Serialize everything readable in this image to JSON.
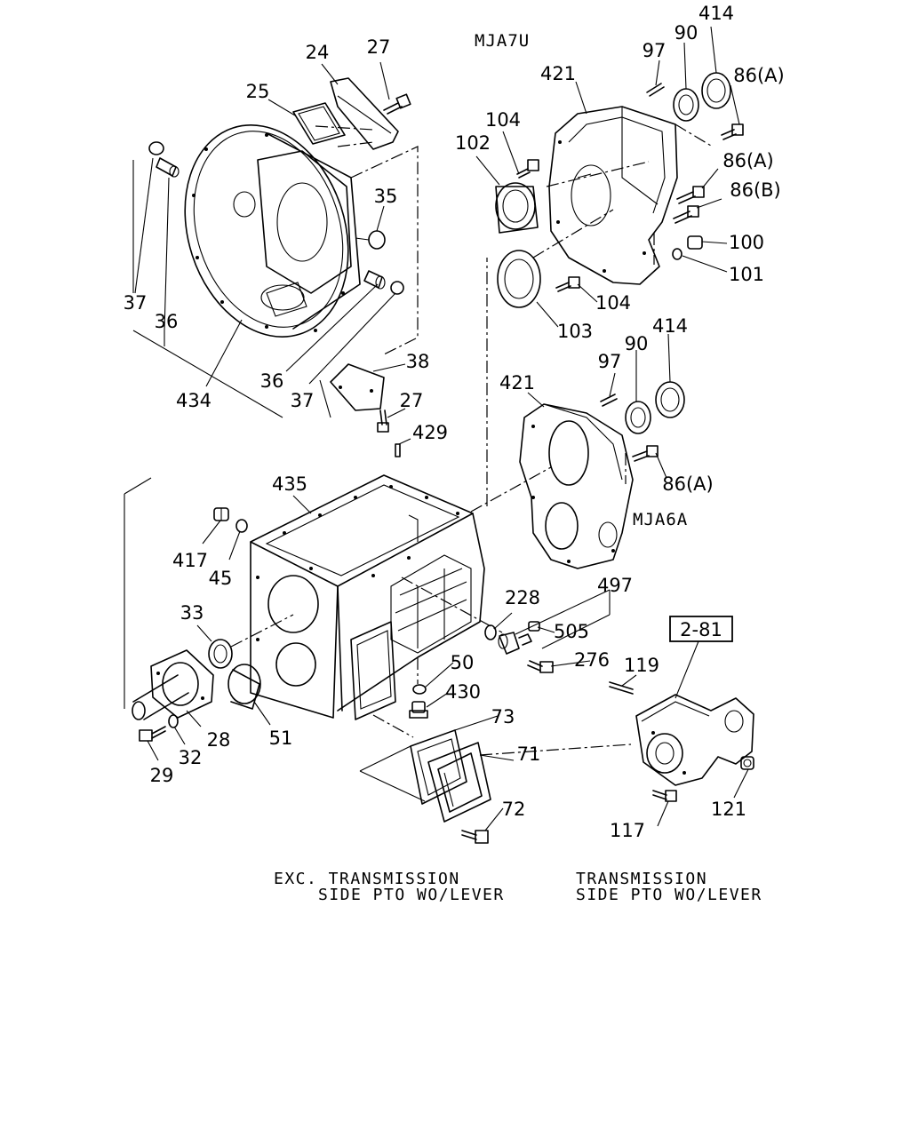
{
  "diagram": {
    "codes": {
      "mja7u": "MJA7U",
      "mja6a": "MJA6A"
    },
    "reference_box": "2-81",
    "captions": {
      "left_line1": "EXC. TRANSMISSION",
      "left_line2": "SIDE PTO WO/LEVER",
      "right_line1": "TRANSMISSION",
      "right_line2": "SIDE PTO WO/LEVER"
    },
    "parts": {
      "p24": "24",
      "p27a": "27",
      "p25": "25",
      "p35": "35",
      "p37a": "37",
      "p36a": "36",
      "p434": "434",
      "p36b": "36",
      "p37b": "37",
      "p38": "38",
      "p27b": "27",
      "p429": "429",
      "p435": "435",
      "p417": "417",
      "p45": "45",
      "p33": "33",
      "p28": "28",
      "p29": "29",
      "p32": "32",
      "p51": "51",
      "p228": "228",
      "p497": "497",
      "p505": "505",
      "p276": "276",
      "p50": "50",
      "p430": "430",
      "p73": "73",
      "p71": "71",
      "p72": "72",
      "p119": "119",
      "p117": "117",
      "p121": "121",
      "p414a": "414",
      "p90a": "90",
      "p97a": "97",
      "p421a": "421",
      "p86a1": "86(A)",
      "p104a": "104",
      "p102": "102",
      "p86a2": "86(A)",
      "p86b": "86(B)",
      "p100": "100",
      "p101": "101",
      "p104b": "104",
      "p103": "103",
      "p414b": "414",
      "p90b": "90",
      "p97b": "97",
      "p421b": "421",
      "p86a3": "86(A)"
    }
  }
}
